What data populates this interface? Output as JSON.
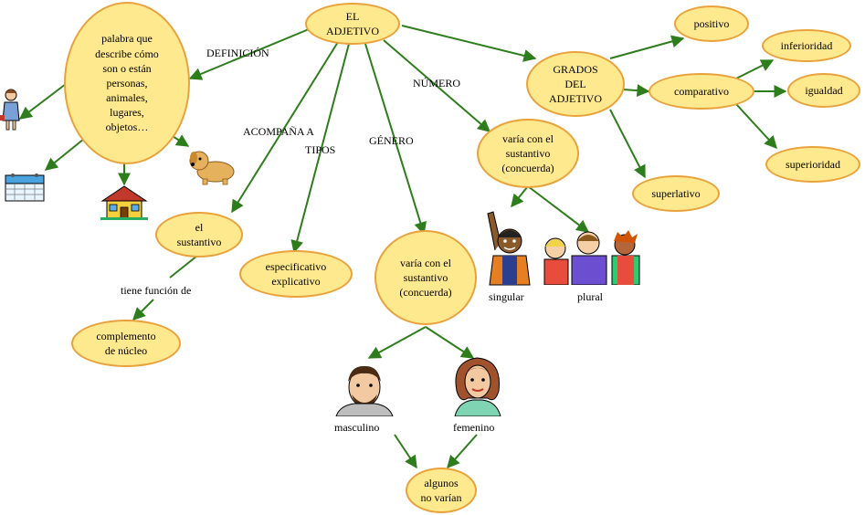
{
  "colors": {
    "node_fill": "#ffe98f",
    "node_border": "#e9a23b",
    "link": "#2e7d1c"
  },
  "nodes": {
    "adjetivo": "EL\nADJETIVO",
    "definicion_text": "palabra que\ndescribe cómo\nson o están\npersonas,\nanimales,\nlugares,\nobjetos…",
    "sustantivo": "el\nsustantivo",
    "complemento": "complemento\nde núcleo",
    "tipos": "especificativo\nexplicativo",
    "genero": "varía con el\nsustantivo\n(concuerda)",
    "numero": "varía con el\nsustantivo\n(concuerda)",
    "grados": "GRADOS\nDEL\nADJETIVO",
    "positivo": "positivo",
    "comparativo": "comparativo",
    "superlativo": "superlativo",
    "inferioridad": "inferioridad",
    "igualdad": "igualdad",
    "superioridad": "superioridad",
    "algunos": "algunos\nno varían"
  },
  "link_labels": {
    "definicion": "DEFINICIÓN",
    "acompana": "ACOMPAÑA A",
    "tipos": "TIPOS",
    "genero": "GÉNERO",
    "numero": "NÚMERO",
    "tiene_funcion": "tiene función de"
  },
  "picture_labels": {
    "singular": "singular",
    "plural": "plural",
    "masculino": "masculino",
    "femenino": "femenino"
  },
  "icons": [
    "girl-icon",
    "dog-icon",
    "house-icon",
    "calendar-icon",
    "waving-boy-icon",
    "children-group-icon",
    "man-face-icon",
    "woman-face-icon"
  ]
}
